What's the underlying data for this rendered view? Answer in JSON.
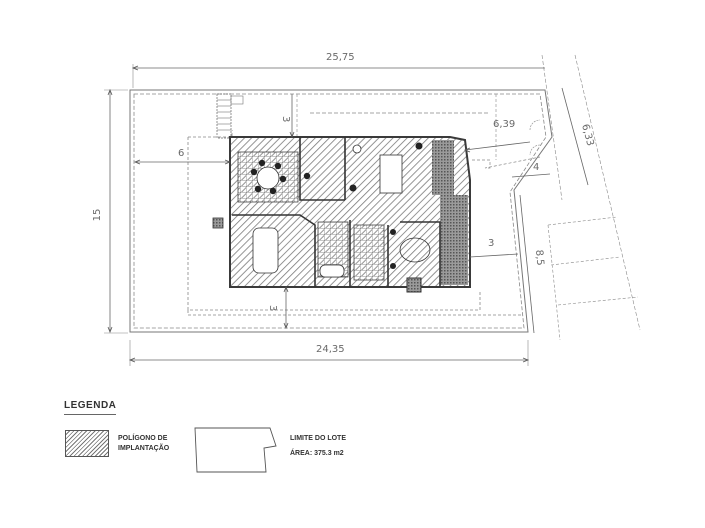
{
  "drawing": {
    "type": "site implantation plan",
    "dimensions": {
      "top_width": "25,75",
      "bottom_width": "24,35",
      "left_height": "15",
      "right_side_upper": "6,33",
      "right_side_lower": "8,5",
      "setback_left": "6",
      "setback_top": "3",
      "setback_bottom": "3",
      "setback_right": "3",
      "garage_depth": "6,39",
      "garage_width": "4"
    }
  },
  "legend": {
    "title": "LEGENDA",
    "items": [
      {
        "symbol": "hatched-rectangle",
        "label_line1": "POLÍGONO DE",
        "label_line2": "IMPLANTAÇÃO"
      },
      {
        "symbol": "lot-outline",
        "label_line1": "LIMITE DO LOTE",
        "label_line2": "ÁREA: 375.3 m2"
      }
    ]
  },
  "colors": {
    "line": "#555555",
    "hatch": "#777777",
    "wall": "#3a3a3a",
    "text": "#6a6a6a"
  }
}
